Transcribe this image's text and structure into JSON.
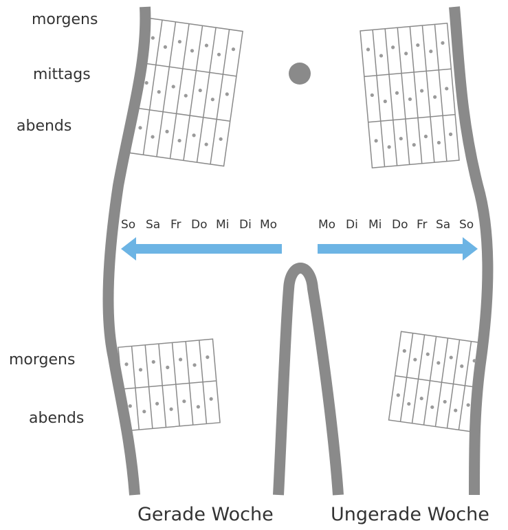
{
  "diagram": {
    "top_left_labels": [
      "morgens",
      "mittags",
      "abends"
    ],
    "bottom_left_labels": [
      "morgens",
      "abends"
    ],
    "days_left": [
      "So",
      "Sa",
      "Fr",
      "Do",
      "Mi",
      "Di",
      "Mo"
    ],
    "days_right": [
      "Mo",
      "Di",
      "Mi",
      "Do",
      "Fr",
      "Sa",
      "So"
    ],
    "footer_left": "Gerade Woche",
    "footer_right": "Ungerade Woche"
  },
  "colors": {
    "body_outline": "#8a8a8a",
    "grid_line": "#8a8a8a",
    "dot": "#9a9a9a",
    "arrow": "#6cb4e4",
    "text": "#333333"
  }
}
